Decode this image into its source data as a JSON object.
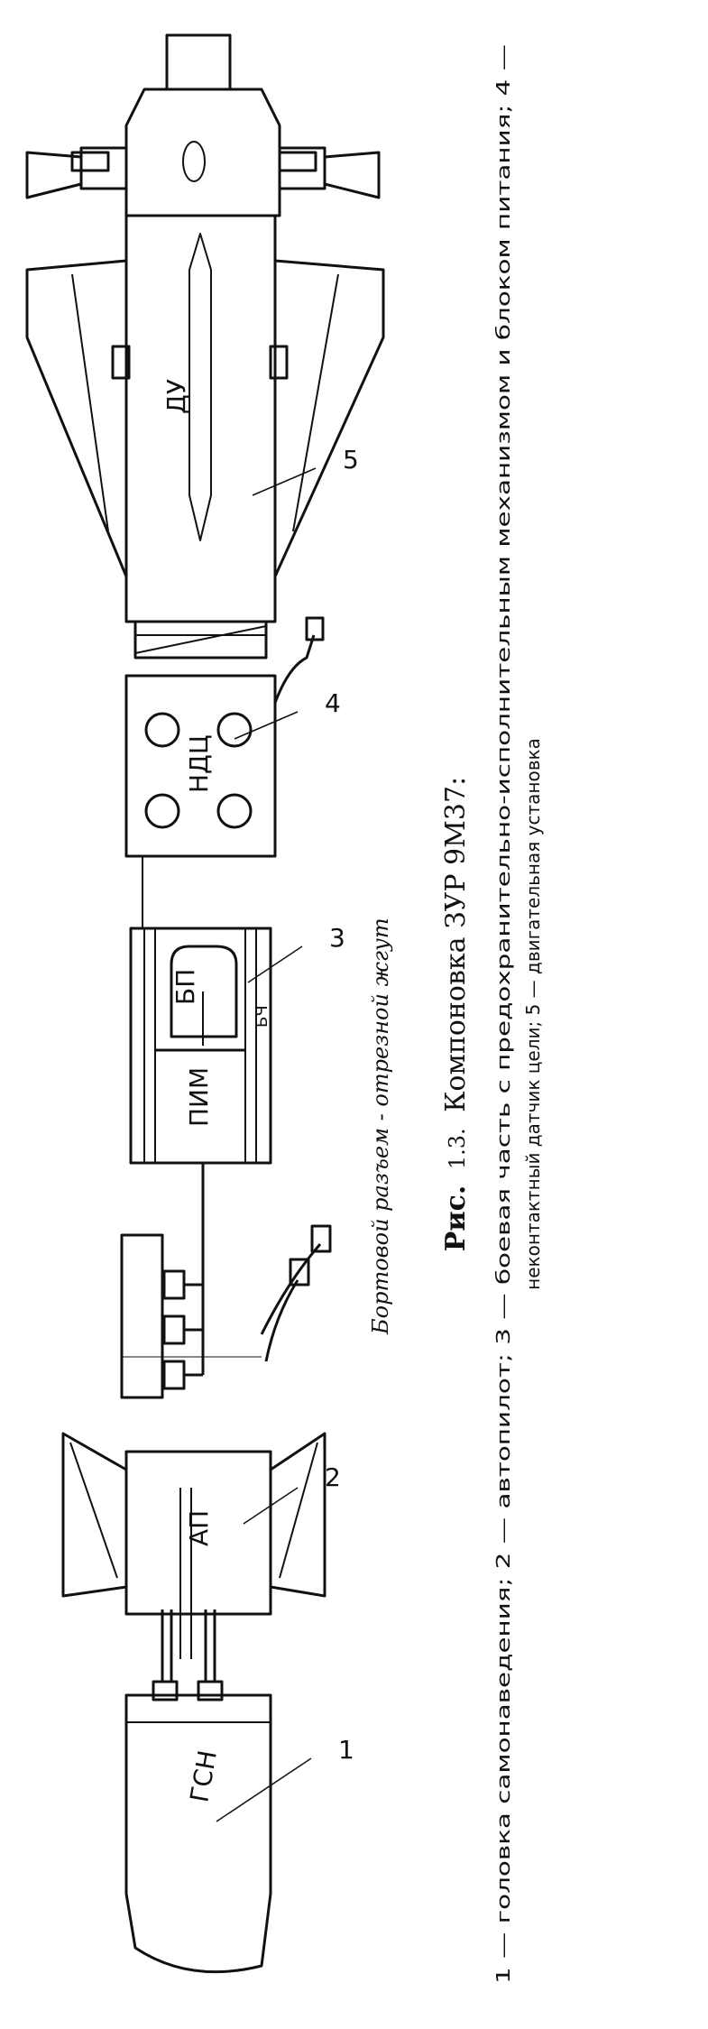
{
  "labels": {
    "seeker": "ГСН",
    "autopilot": "АП",
    "power_block": "БП",
    "safety_mechanism": "ПИМ",
    "bch": "БЧ",
    "ndc": "НДЦ",
    "engine": "ДУ"
  },
  "callouts": [
    "1",
    "2",
    "3",
    "4",
    "5"
  ],
  "harness_label": "Бортовой разъем - отрезной жгут",
  "caption": {
    "prefix": "Рис.",
    "number": "1.3.",
    "title": "Компоновка ЗУР 9М37:",
    "legend_line1": "1 — головка самонаведения; 2 — автопилот; 3 — боевая часть с предохранительно-исполнительным механизмом и блоком питания; 4 —",
    "legend_line2": "неконтактный датчик цели; 5 — двигательная установка"
  },
  "colors": {
    "ink": "#111111",
    "paper": "#ffffff"
  }
}
